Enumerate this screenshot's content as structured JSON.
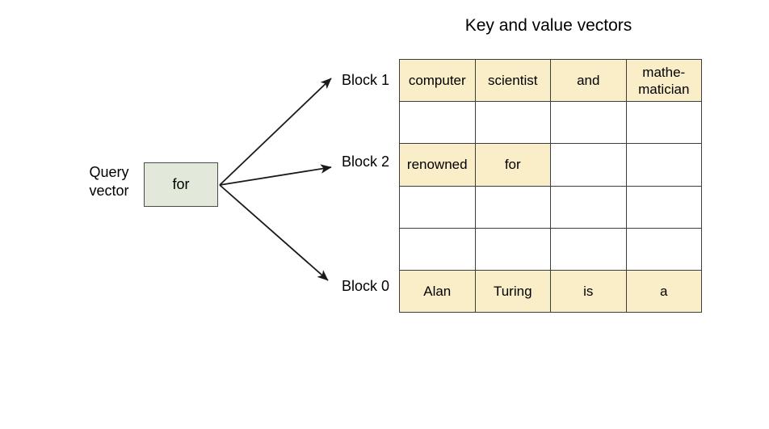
{
  "diagram": {
    "title": "Key and value vectors",
    "query": {
      "label_line1": "Query",
      "label_line2": "vector",
      "value": "for",
      "fill_color": "#e2e9da",
      "border_color": "#4a4a4a"
    },
    "block_labels": [
      {
        "text": "Block 1"
      },
      {
        "text": "Block 2"
      },
      {
        "text": "Block 0"
      }
    ],
    "arrow_color": "#1a1a1a",
    "table": {
      "filled_color": "#faeec8",
      "empty_color": "#ffffff",
      "border_color": "#3d3d3d",
      "rows": [
        {
          "cells": [
            {
              "text": "computer",
              "filled": true
            },
            {
              "text": "scientist",
              "filled": true
            },
            {
              "text": "and",
              "filled": true
            },
            {
              "text": "mathe-\nmatician",
              "filled": true
            }
          ]
        },
        {
          "cells": [
            {
              "text": "",
              "filled": false
            },
            {
              "text": "",
              "filled": false
            },
            {
              "text": "",
              "filled": false
            },
            {
              "text": "",
              "filled": false
            }
          ]
        },
        {
          "cells": [
            {
              "text": "renowned",
              "filled": true
            },
            {
              "text": "for",
              "filled": true
            },
            {
              "text": "",
              "filled": false
            },
            {
              "text": "",
              "filled": false
            }
          ]
        },
        {
          "cells": [
            {
              "text": "",
              "filled": false
            },
            {
              "text": "",
              "filled": false
            },
            {
              "text": "",
              "filled": false
            },
            {
              "text": "",
              "filled": false
            }
          ]
        },
        {
          "cells": [
            {
              "text": "",
              "filled": false
            },
            {
              "text": "",
              "filled": false
            },
            {
              "text": "",
              "filled": false
            },
            {
              "text": "",
              "filled": false
            }
          ]
        },
        {
          "cells": [
            {
              "text": "Alan",
              "filled": true
            },
            {
              "text": "Turing",
              "filled": true
            },
            {
              "text": "is",
              "filled": true
            },
            {
              "text": "a",
              "filled": true
            }
          ]
        }
      ]
    }
  }
}
